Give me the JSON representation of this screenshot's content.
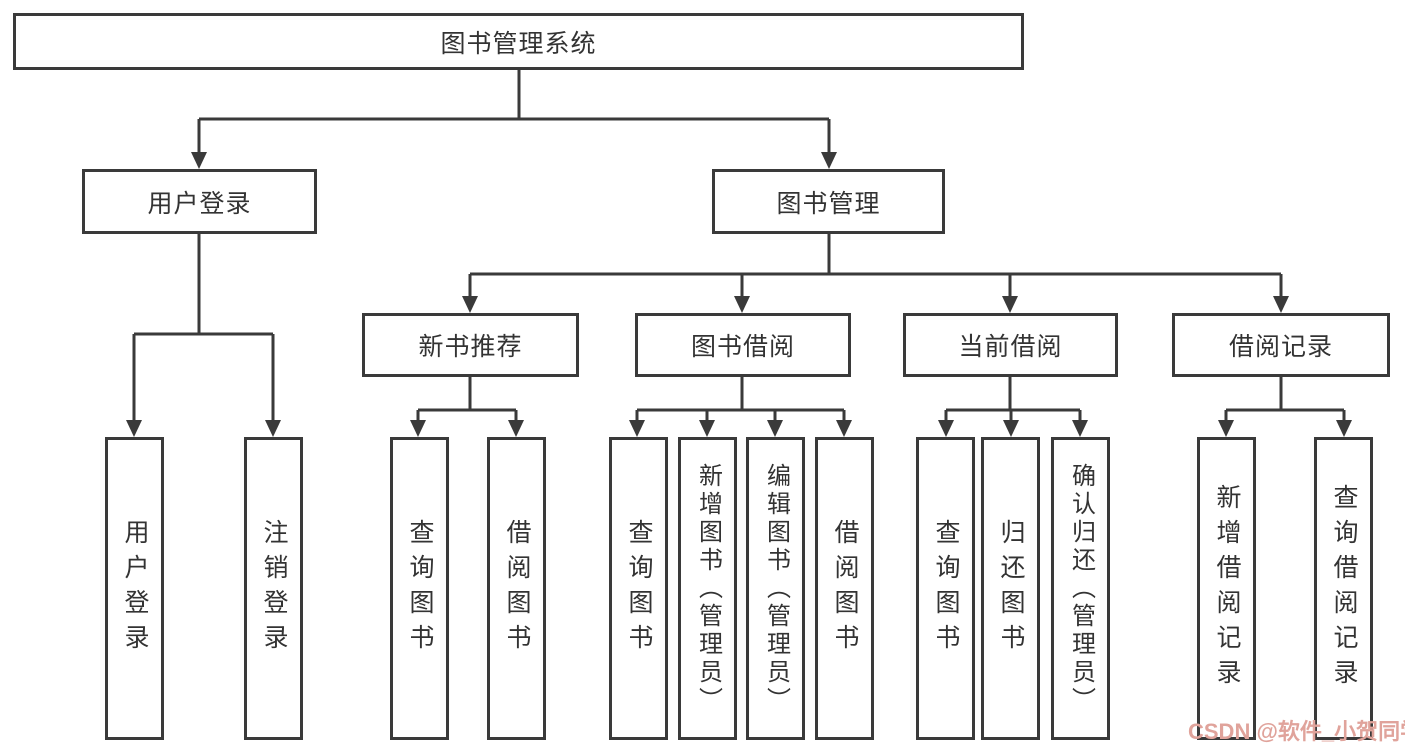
{
  "tree": {
    "root": {
      "label": "图书管理系统"
    },
    "level1": [
      {
        "label": "用户登录"
      },
      {
        "label": "图书管理"
      }
    ],
    "level2": [
      {
        "label": "新书推荐"
      },
      {
        "label": "图书借阅"
      },
      {
        "label": "当前借阅"
      },
      {
        "label": "借阅记录"
      }
    ],
    "leaves": {
      "user_login": [
        {
          "label": "用户登录"
        },
        {
          "label": "注销登录"
        }
      ],
      "new_book": [
        {
          "label": "查询图书"
        },
        {
          "label": "借阅图书"
        }
      ],
      "borrowing": [
        {
          "label": "查询图书"
        },
        {
          "label": "新增图书（管理员）"
        },
        {
          "label": "编辑图书（管理员）"
        },
        {
          "label": "借阅图书"
        }
      ],
      "current": [
        {
          "label": "查询图书"
        },
        {
          "label": "归还图书"
        },
        {
          "label": "确认归还（管理员）"
        }
      ],
      "records": [
        {
          "label": "新增借阅记录"
        },
        {
          "label": "查询借阅记录"
        }
      ]
    }
  },
  "watermark": {
    "text": "CSDN @软件_小贺同学",
    "color": "#e0a39b"
  },
  "colors": {
    "background": "#ffffff",
    "line": "#3a3a3a",
    "box_border": "#3a3a3a",
    "text": "#333333"
  }
}
